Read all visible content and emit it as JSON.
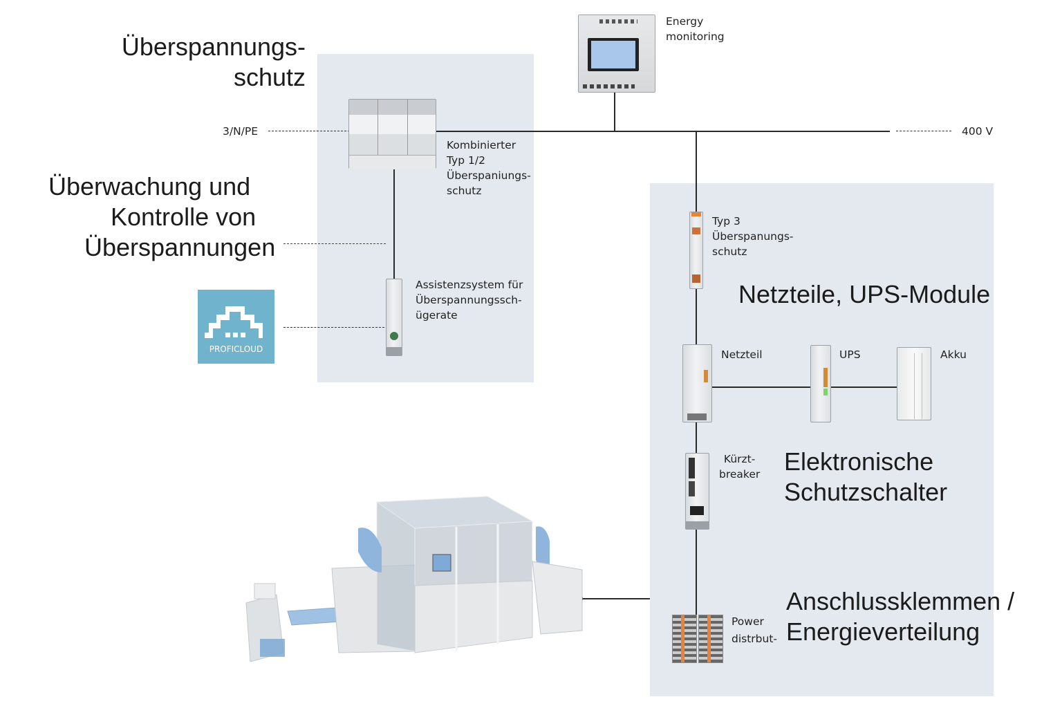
{
  "sections": {
    "surge_protection": [
      "Überspannungs-",
      "schutz"
    ],
    "monitoring": [
      "Überwachung und",
      "Kontrolle von",
      "Überspannungen"
    ],
    "power_supplies": "Netzteile, UPS-Module",
    "electronic_breakers": [
      "Elektronische",
      "Schutzschalter"
    ],
    "terminal_blocks": [
      "Anschlussklemmen /",
      "Energieverteilung"
    ]
  },
  "lines": {
    "left_label": "3/N/PE",
    "right_label": "400 V"
  },
  "components": {
    "energy_monitoring": [
      "Energy",
      "monitoring"
    ],
    "combined_spd": [
      "Kombinierter",
      "Typ 1/2",
      "Überspaniungs-",
      "schutz"
    ],
    "assist_system": [
      "Assistenzsystem für",
      "Überspannungssch-",
      "ügerate"
    ],
    "type3_spd": [
      "Typ 3",
      "Überspanungs-",
      "schutz"
    ],
    "power_supply": "Netzteil",
    "ups": "UPS",
    "battery": "Akku",
    "circuit_breaker": [
      "Kürzt-",
      "breaker"
    ],
    "power_distribution": [
      "Power",
      "distrbut-"
    ]
  },
  "cloud": {
    "label": "PROFICLOUD",
    "color": "#6fb3cc"
  },
  "colors": {
    "panel": "#e3e9ef",
    "line": "#2a2a2a",
    "accent_orange": "#e9833a",
    "accent_blue": "#7fa9d6"
  }
}
